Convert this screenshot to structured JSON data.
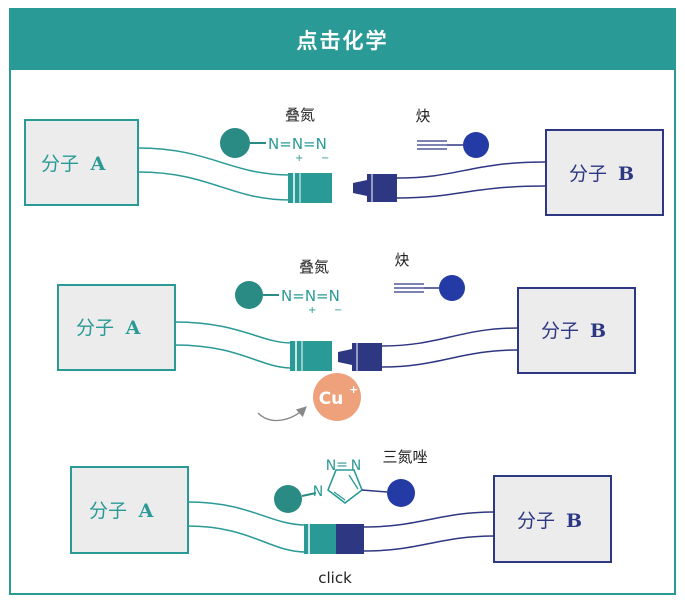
{
  "title": "点击化学",
  "labels": {
    "molecule_a": "分子",
    "molecule_a_letter": "A",
    "molecule_b": "分子",
    "molecule_b_letter": "B",
    "azide": "叠氮",
    "alkyne": "炔",
    "triazole": "三氮唑",
    "copper": "Cu",
    "copper_charge": "+",
    "click": "click",
    "n": "N",
    "eq": "=",
    "plus": "+",
    "minus": "−"
  },
  "colors": {
    "teal": "#2a9a96",
    "navy": "#2d3782",
    "blue_ball": "#243aa5",
    "teal_ball": "#2a8a84",
    "copper": "#eea17a",
    "box_fill": "#ececec"
  }
}
